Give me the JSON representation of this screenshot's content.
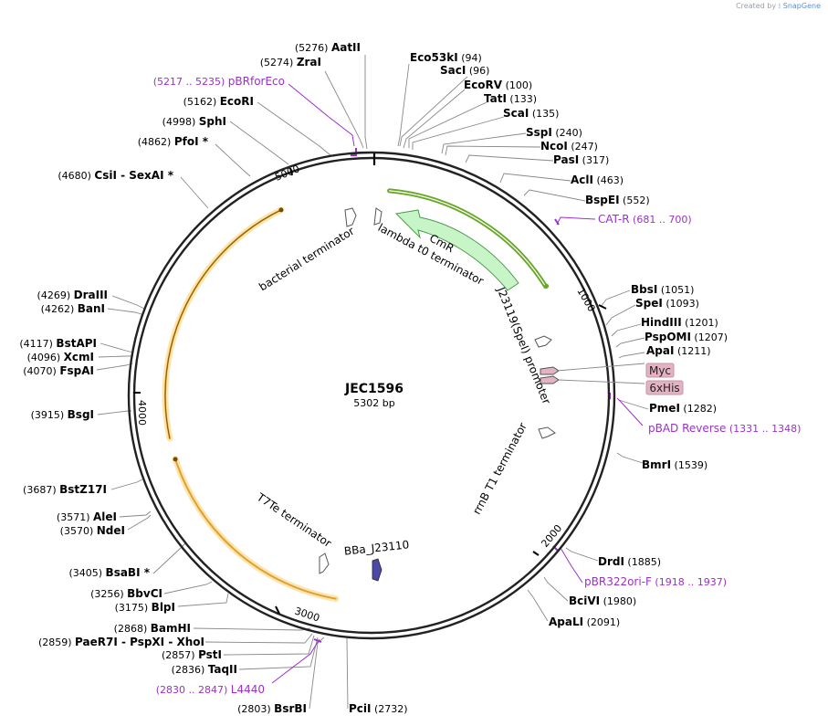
{
  "credit": {
    "prefix": "Created by",
    "brand": "SnapGene"
  },
  "plasmid": {
    "name": "JEC1596",
    "length_label": "5302 bp",
    "length": 5302
  },
  "ticks": [
    "1000",
    "2000",
    "3000",
    "4000",
    "5000"
  ],
  "sites": [
    {
      "name": "AatII",
      "pos": "(5276)"
    },
    {
      "name": "ZraI",
      "pos": "(5274)"
    },
    {
      "name": "EcoRI",
      "pos": "(5162)"
    },
    {
      "name": "SphI",
      "pos": "(4998)"
    },
    {
      "name": "PfoI *",
      "pos": "(4862)"
    },
    {
      "name": "CsiI  -  SexAI *",
      "pos": "(4680)"
    },
    {
      "name": "DraIII",
      "pos": "(4269)"
    },
    {
      "name": "BanI",
      "pos": "(4262)"
    },
    {
      "name": "BstAPI",
      "pos": "(4117)"
    },
    {
      "name": "XcmI",
      "pos": "(4096)"
    },
    {
      "name": "FspAI",
      "pos": "(4070)"
    },
    {
      "name": "BsgI",
      "pos": "(3915)"
    },
    {
      "name": "BstZ17I",
      "pos": "(3687)"
    },
    {
      "name": "AleI",
      "pos": "(3571)"
    },
    {
      "name": "NdeI",
      "pos": "(3570)"
    },
    {
      "name": "BsaBI *",
      "pos": "(3405)"
    },
    {
      "name": "BbvCI",
      "pos": "(3256)"
    },
    {
      "name": "BlpI",
      "pos": "(3175)"
    },
    {
      "name": "BamHI",
      "pos": "(2868)"
    },
    {
      "name": "PaeR7I  -  PspXI  -  XhoI",
      "pos": "(2859)"
    },
    {
      "name": "PstI",
      "pos": "(2857)"
    },
    {
      "name": "TaqII",
      "pos": "(2836)"
    },
    {
      "name": "BsrBI",
      "pos": "(2803)"
    },
    {
      "name": "PciI",
      "pos": "(2732)"
    },
    {
      "name": "Eco53kI",
      "pos": "(94)"
    },
    {
      "name": "SacI",
      "pos": "(96)"
    },
    {
      "name": "EcoRV",
      "pos": "(100)"
    },
    {
      "name": "TatI",
      "pos": "(133)"
    },
    {
      "name": "ScaI",
      "pos": "(135)"
    },
    {
      "name": "SspI",
      "pos": "(240)"
    },
    {
      "name": "NcoI",
      "pos": "(247)"
    },
    {
      "name": "PasI",
      "pos": "(317)"
    },
    {
      "name": "AclI",
      "pos": "(463)"
    },
    {
      "name": "BspEI",
      "pos": "(552)"
    },
    {
      "name": "BbsI",
      "pos": "(1051)"
    },
    {
      "name": "SpeI",
      "pos": "(1093)"
    },
    {
      "name": "HindIII",
      "pos": "(1201)"
    },
    {
      "name": "PspOMI",
      "pos": "(1207)"
    },
    {
      "name": "ApaI",
      "pos": "(1211)"
    },
    {
      "name": "PmeI",
      "pos": "(1282)"
    },
    {
      "name": "BmrI",
      "pos": "(1539)"
    },
    {
      "name": "DrdI",
      "pos": "(1885)"
    },
    {
      "name": "BciVI",
      "pos": "(1980)"
    },
    {
      "name": "ApaLI",
      "pos": "(2091)"
    }
  ],
  "primers": [
    {
      "name": "pBRforEco",
      "pos": "(5217 .. 5235)"
    },
    {
      "name": "CAT-R",
      "pos": "(681 .. 700)"
    },
    {
      "name": "pBAD Reverse",
      "pos": "(1331 .. 1348)"
    },
    {
      "name": "pBR322ori-F",
      "pos": "(1918 .. 1937)"
    },
    {
      "name": "L4440",
      "pos": "(2830 .. 2847)"
    }
  ],
  "features": {
    "cmr": "CmR",
    "lambda_t0": "lambda t0 terminator",
    "bacterial_terminator": "bacterial terminator",
    "j23119": "J23119(SpeI) promoter",
    "rrnb": "rrnB T1 terminator",
    "t7te": "T7Te terminator",
    "bba": "BBa_J23110",
    "myc": "Myc",
    "his": "6xHis"
  },
  "colors": {
    "cmr_fill": "#c8f5c8",
    "cmr_stroke": "#4a9a4a",
    "cmr_arc": "#6aa82a",
    "orange_arc": "#e0a030",
    "orange_halo": "#fbe6b0",
    "primer": "#9b30c8",
    "tag_fill": "#e3b3c3",
    "promoter_blue": "#4a4aa6",
    "small_arrow": "#d8d8d8"
  }
}
